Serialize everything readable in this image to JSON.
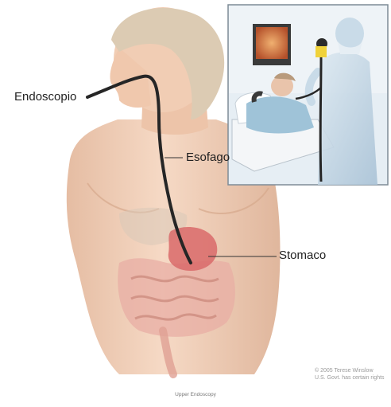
{
  "labels": {
    "endoscope": "Endoscopio",
    "esophagus": "Esofago",
    "stomach": "Stomaco"
  },
  "credit": {
    "line1": "© 2005 Terese Winslow",
    "line2": "U.S. Govt. has certain rights"
  },
  "caption": "Upper Endoscopy",
  "colors": {
    "skin": "#f1cdb4",
    "skin_shadow": "#d9ab8e",
    "hair": "#d8c7b0",
    "scope": "#262626",
    "stomach": "#d96a6a",
    "intestine": "#e6a59c",
    "inset_bg": "#e6eef4",
    "gown": "#c9dbe8",
    "monitor_screen": "#d9874a"
  }
}
